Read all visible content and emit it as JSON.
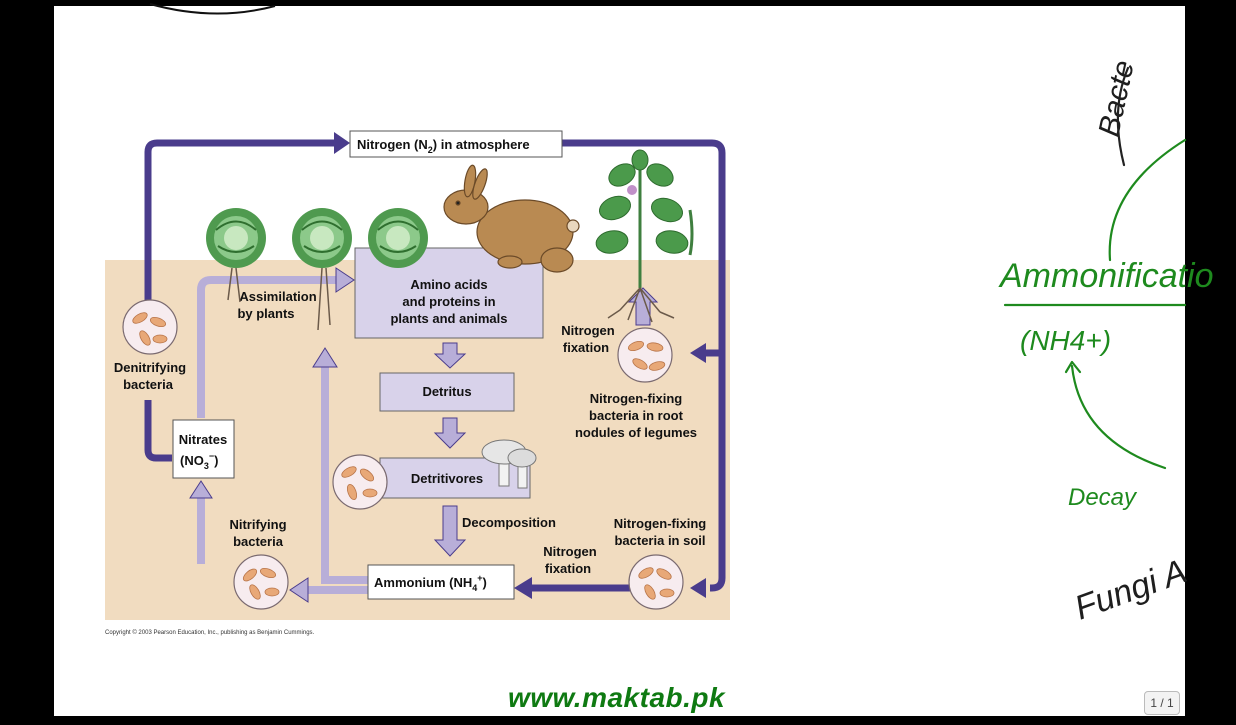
{
  "diagram": {
    "atmosphere": {
      "main": "Nitrogen (N",
      "sub": "2",
      "tail": ") in atmosphere"
    },
    "amino": [
      "Amino acids",
      "and proteins in",
      "plants and animals"
    ],
    "assimilation": [
      "Assimilation",
      "by plants"
    ],
    "denitrifying": [
      "Denitrifying",
      "bacteria"
    ],
    "nitrates": {
      "line1": "Nitrates",
      "line2_a": "(NO",
      "line2_sub": "3",
      "line2_sup": "−",
      "line2_b": ")"
    },
    "detritus": "Detritus",
    "detritivores": "Detritivores",
    "decomposition": "Decomposition",
    "nitrifying": [
      "Nitrifying",
      "bacteria"
    ],
    "ammonium": {
      "a": "Ammonium (NH",
      "sub": "4",
      "sup": "+",
      "b": ")"
    },
    "fixation_bottom": [
      "Nitrogen",
      "fixation"
    ],
    "fixing_soil": [
      "Nitrogen-fixing",
      "bacteria in soil"
    ],
    "fixation_right": [
      "Nitrogen",
      "fixation"
    ],
    "fixing_root": [
      "Nitrogen-fixing",
      "bacteria in root",
      "nodules of legumes"
    ],
    "copyright": "Copyright © 2003 Pearson Education, Inc., publishing as Benjamin Cummings."
  },
  "handwriting": {
    "word1": "Bacte",
    "word2": "Ammonificatio",
    "formula": "(NH4+)",
    "word3": "Decay",
    "word4": "Fungi A"
  },
  "watermark": "www.maktab.pk",
  "page_counter": "1 / 1",
  "colors": {
    "soil": "#f1dcc0",
    "arrow": "#4a3c8c",
    "arrow_light": "#b8aed8",
    "box_fill": "#d8d2ea",
    "handwriting": "#1e8a1e",
    "watermark": "#0f7a12"
  }
}
